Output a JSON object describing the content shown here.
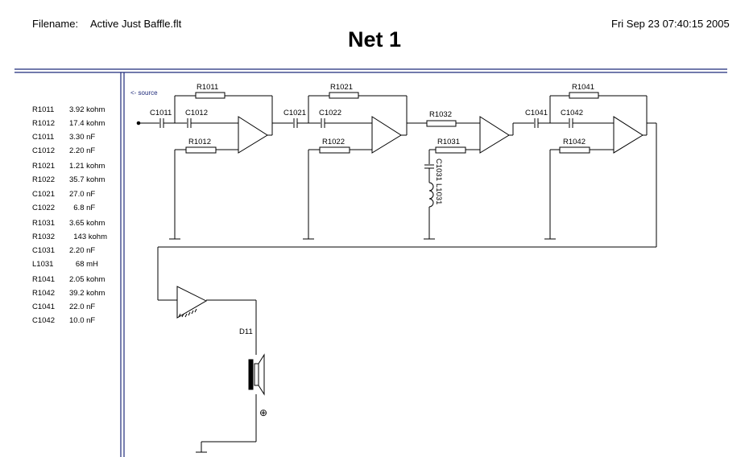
{
  "header": {
    "filename_label": "Filename:",
    "filename": "Active Just  Baffle.flt",
    "datetime": "Fri Sep 23 07:40:15 2005",
    "title": "Net 1"
  },
  "parts": [
    {
      "name": "R1011",
      "value": "3.92 kohm"
    },
    {
      "name": "R1012",
      "value": "17.4 kohm"
    },
    {
      "name": "C1011",
      "value": "3.30 nF"
    },
    {
      "name": "C1012",
      "value": "2.20 nF"
    },
    {
      "name": "R1021",
      "value": "1.21 kohm"
    },
    {
      "name": "R1022",
      "value": "35.7 kohm"
    },
    {
      "name": "C1021",
      "value": "27.0 nF"
    },
    {
      "name": "C1022",
      "value": "  6.8 nF"
    },
    {
      "name": "R1031",
      "value": "3.65 kohm"
    },
    {
      "name": "R1032",
      "value": "  143 kohm"
    },
    {
      "name": "C1031",
      "value": "2.20 nF"
    },
    {
      "name": "L1031",
      "value": "   68 mH"
    },
    {
      "name": "R1041",
      "value": "2.05 kohm"
    },
    {
      "name": "R1042",
      "value": "39.2 kohm"
    },
    {
      "name": "C1041",
      "value": "22.0 nF"
    },
    {
      "name": "C1042",
      "value": "10.0 nF"
    }
  ],
  "schematic": {
    "source": "<- source",
    "r1011": "R1011",
    "r1012": "R1012",
    "c1011": "C1011",
    "c1012": "C1012",
    "r1021": "R1021",
    "r1022": "R1022",
    "c1021": "C1021",
    "c1022": "C1022",
    "r1031": "R1031",
    "r1032": "R1032",
    "c1031": "C1031",
    "l1031": "L1031",
    "r1041": "R1041",
    "r1042": "R1042",
    "c1041": "C1041",
    "c1042": "C1042",
    "d11": "D11",
    "polarity": "⊕"
  }
}
